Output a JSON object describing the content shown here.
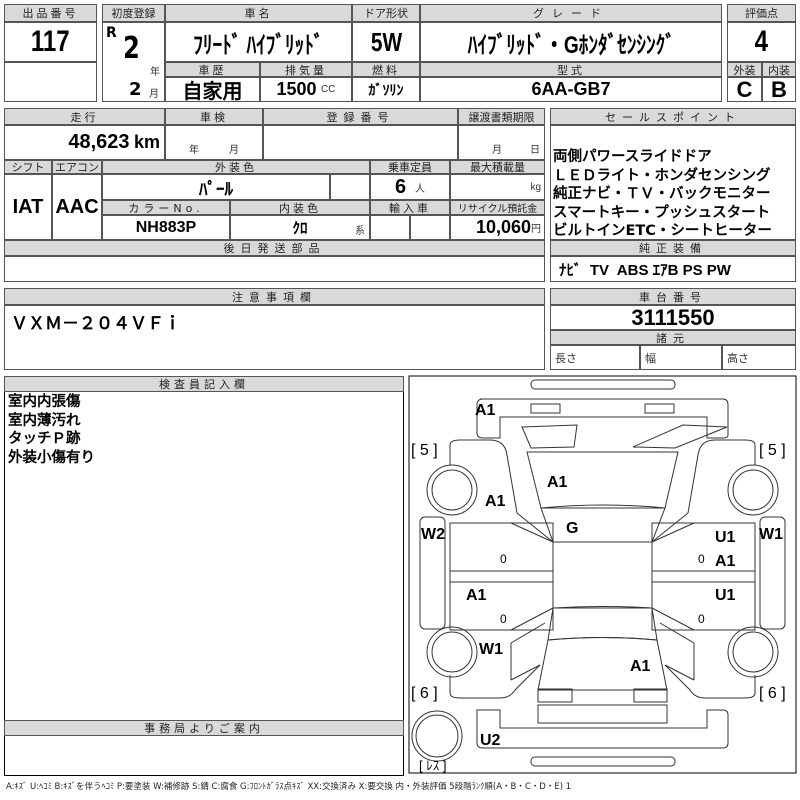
{
  "lot": {
    "label": "出品番号",
    "value": "117"
  },
  "reg": {
    "label": "初度登録",
    "era": "R",
    "year": "2",
    "year_unit": "年",
    "month": "2",
    "month_unit": "月"
  },
  "car_name": {
    "label": "車名",
    "value": "ﾌﾘｰﾄﾞ ﾊｲﾌﾞﾘｯﾄﾞ"
  },
  "door": {
    "label": "ドア形状",
    "value": "5W"
  },
  "grade": {
    "label": "グレード",
    "value": "ﾊｲﾌﾞﾘｯﾄﾞ・Gﾎﾝﾀﾞｾﾝｼﾝｸﾞ"
  },
  "history": {
    "label": "車歴",
    "value": "自家用"
  },
  "displacement": {
    "label": "排気量",
    "value": "1500",
    "unit": "CC"
  },
  "fuel": {
    "label": "燃料",
    "value": "ｶﾞｿﾘﾝ"
  },
  "model": {
    "label": "型式",
    "value": "6AA-GB7"
  },
  "score": {
    "label": "評価点",
    "value": "4",
    "ext_label": "外装",
    "int_label": "内装",
    "ext": "C",
    "int": "B"
  },
  "mileage": {
    "label": "走行",
    "value": "48,623",
    "unit": "km"
  },
  "inspection": {
    "label": "車検",
    "year_unit": "年",
    "month_unit": "月"
  },
  "plate": {
    "label": "登録番号"
  },
  "transfer": {
    "label": "譲渡書類期限",
    "month_unit": "月",
    "day_unit": "日"
  },
  "shift": {
    "label": "シフト",
    "value": "IAT"
  },
  "ac": {
    "label": "エアコン",
    "value": "AAC"
  },
  "ext_color": {
    "label": "外装色",
    "value": "ﾊﾟｰﾙ"
  },
  "capacity": {
    "label": "乗車定員",
    "value": "6",
    "unit": "人"
  },
  "max_load": {
    "label": "最大積載量",
    "unit": "kg"
  },
  "color_no": {
    "label": "カラーNo.",
    "value": "NH883P"
  },
  "int_color": {
    "label": "内装色",
    "value": "ｸﾛ",
    "suffix": "系"
  },
  "import": {
    "label": "輸入車"
  },
  "recycle": {
    "label": "リサイクル預託金",
    "value": "10,060",
    "unit": "円"
  },
  "later_parts": {
    "label": "後日発送部品"
  },
  "sales_points": {
    "label": "セールスポイント",
    "lines": [
      "両側パワースライドドア",
      "ＬＥＤライト・ホンダセンシング",
      "純正ナビ・ＴＶ・バックモニター",
      "スマートキー・プッシュスタート",
      "ビルトインETC・シートヒーター"
    ]
  },
  "equipment": {
    "label": "純正装備",
    "value": "ﾅﾋﾞ  TV  ABS ｴｱB PS PW"
  },
  "notes": {
    "label": "注意事項欄",
    "value": "ＶＸＭ－２０４ＶＦｉ"
  },
  "chassis": {
    "label": "車台番号",
    "value": "3111550"
  },
  "specs": {
    "label": "諸元",
    "length": "長さ",
    "width": "幅",
    "height": "高さ"
  },
  "inspector": {
    "label": "検査員記入欄",
    "lines": [
      "室内内張傷",
      "室内薄汚れ",
      "タッチＰ跡",
      "外装小傷有り"
    ]
  },
  "office": {
    "label": "事務局よりご案内"
  },
  "diagram": {
    "marks": {
      "front_bumper": "A1",
      "hood": "A1",
      "left_front_fender": "A1",
      "windshield": "G",
      "left_sill": "W2",
      "right_front_door": "U1",
      "right_front_door_2": "A1",
      "right_sill": "W1",
      "left_rear_door": "A1",
      "right_rear_door": "U1",
      "left_rear_fender": "W1",
      "trunk": "A1",
      "rear_bumper": "U2"
    },
    "tire_fl": "[ 5 ]",
    "tire_fr": "[ 5 ]",
    "tire_rl": "[ 6 ]",
    "tire_rr": "[ 6 ]",
    "spare": "[ ﾚｽ ]",
    "zero": "0"
  },
  "legend": "A:ｷｽﾞ U:ﾍｺﾐ B:ｷｽﾞを伴うﾍｺﾐ P:要塗装 W:補修跡 S:錆 C:腐食 G:ﾌﾛﾝﾄｶﾞﾗｽ点ｷｽﾞ XX:交換済み X:要交換 内・外装評価 5段階ﾗﾝｸ順(A・B・C・D・E) 1"
}
